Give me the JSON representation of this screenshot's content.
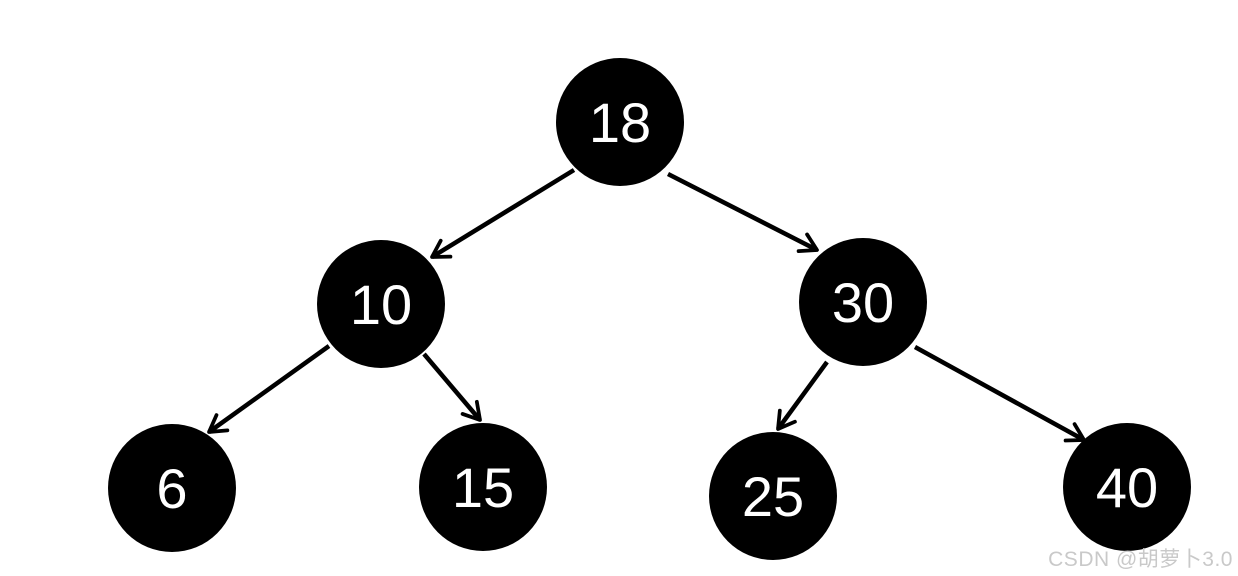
{
  "diagram": {
    "type": "binary-tree",
    "colors": {
      "node_fill": "#000000",
      "node_text": "#ffffff",
      "arrow": "#000000",
      "watermark": "#c9c9c9",
      "background": "#ffffff"
    },
    "tree": {
      "nodes": [
        {
          "id": "root",
          "value": "18"
        },
        {
          "id": "l",
          "value": "10"
        },
        {
          "id": "r",
          "value": "30"
        },
        {
          "id": "ll",
          "value": "6"
        },
        {
          "id": "lr",
          "value": "15"
        },
        {
          "id": "rl",
          "value": "25"
        },
        {
          "id": "rr",
          "value": "40"
        }
      ],
      "edges": [
        {
          "from": "18",
          "to": "10"
        },
        {
          "from": "18",
          "to": "30"
        },
        {
          "from": "10",
          "to": "6"
        },
        {
          "from": "10",
          "to": "15"
        },
        {
          "from": "30",
          "to": "25"
        },
        {
          "from": "30",
          "to": "40"
        }
      ]
    }
  },
  "watermark": {
    "text": "CSDN @胡萝卜3.0"
  }
}
